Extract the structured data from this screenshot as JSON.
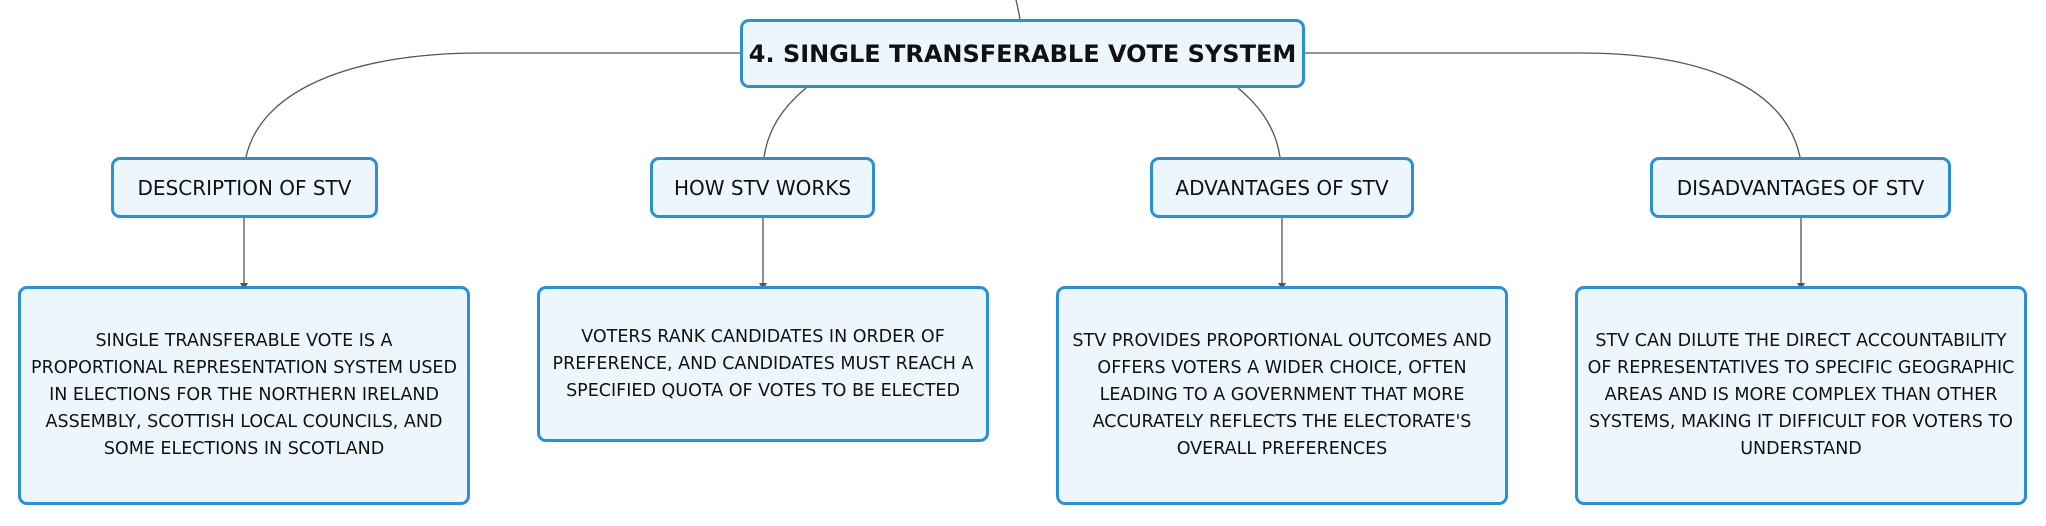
{
  "root": {
    "label": "4. SINGLE TRANSFERABLE VOTE SYSTEM"
  },
  "branches": [
    {
      "label": "DESCRIPTION OF STV",
      "detail": "SINGLE TRANSFERABLE VOTE IS A PROPORTIONAL REPRESENTATION SYSTEM USED IN ELECTIONS FOR THE NORTHERN IRELAND ASSEMBLY, SCOTTISH LOCAL COUNCILS, AND SOME ELECTIONS IN SCOTLAND"
    },
    {
      "label": "HOW STV WORKS",
      "detail": "VOTERS RANK CANDIDATES IN ORDER OF PREFERENCE, AND CANDIDATES MUST REACH A SPECIFIED QUOTA OF VOTES TO BE ELECTED"
    },
    {
      "label": "ADVANTAGES OF STV",
      "detail": "STV PROVIDES PROPORTIONAL OUTCOMES AND OFFERS VOTERS A WIDER CHOICE, OFTEN LEADING TO A GOVERNMENT THAT MORE ACCURATELY REFLECTS THE ELECTORATE'S OVERALL PREFERENCES"
    },
    {
      "label": "DISADVANTAGES OF STV",
      "detail": "STV CAN DILUTE THE DIRECT ACCOUNTABILITY OF REPRESENTATIVES TO SPECIFIC GEOGRAPHIC AREAS AND IS MORE COMPLEX THAN OTHER SYSTEMS, MAKING IT DIFFICULT FOR VOTERS TO UNDERSTAND"
    }
  ]
}
